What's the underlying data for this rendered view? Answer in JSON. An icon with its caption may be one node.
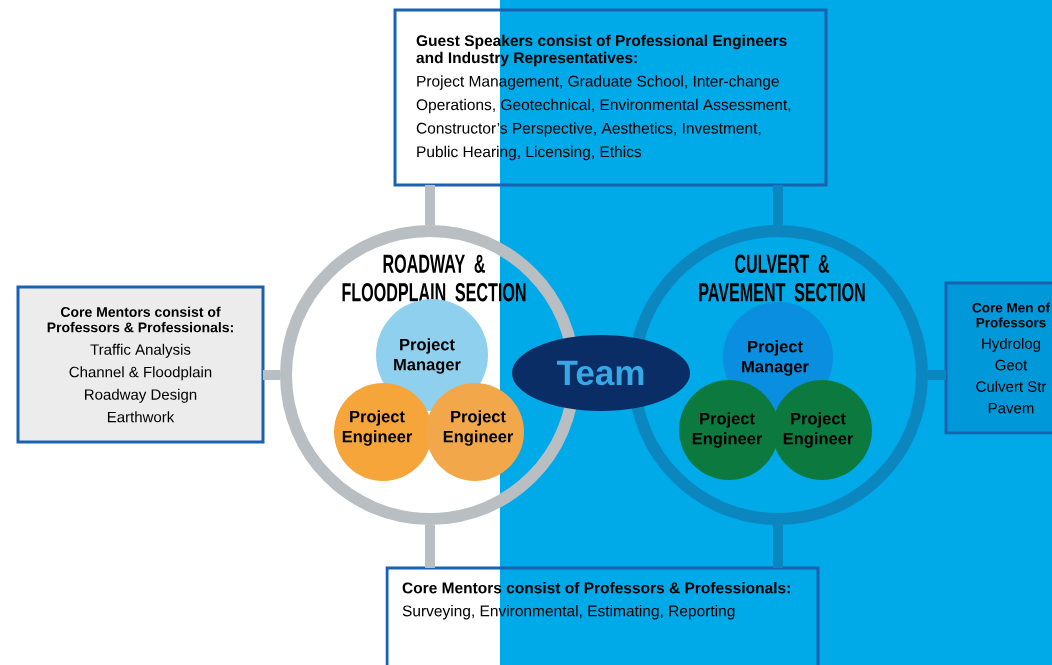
{
  "diagram": {
    "nodes": [
      {
        "text": [
          "Guest Speakers consist of Professional Engineers and Industry Representatives:",
          "Project Management, Graduate School, Inter-change Operations, Geotechnical, Environmental Assessment, Constructor’s Perspective, Aesthetics, Investment, Public Hearing, Licensing, Ethics"
        ]
      },
      {
        "text": [
          "Core Mentors consist of Professors & Professionals:",
          "Traffic Analysis",
          "Channel & Floodplain",
          "Roadway Design",
          "Earthwork"
        ]
      },
      {
        "text": [
          "ROADWAY & FLOODPLAIN SECTION"
        ]
      },
      {
        "text": [
          "Project Manager"
        ],
        "in": 2
      },
      {
        "text": [
          "Project Engineer"
        ],
        "in": 2
      },
      {
        "text": [
          "Project Engineer"
        ],
        "in": 2
      },
      {
        "text": [
          "Team"
        ]
      },
      {
        "text": [
          "CULVERT & PAVEMENT SECTION"
        ]
      },
      {
        "text": [
          "Project Manager"
        ],
        "in": 7
      },
      {
        "text": [
          "Project Engineer"
        ],
        "in": 7
      },
      {
        "text": [
          "Project Engineer"
        ],
        "in": 7
      },
      {
        "text": [
          "Core Men of Professors",
          "Hydrolog",
          "Geot",
          "Culvert Str",
          "Pavem"
        ]
      },
      {
        "text": [
          "Core Mentors consist of Professors & Professionals:",
          "Surveying, Environmental, Estimating, Reporting"
        ]
      }
    ],
    "edges": [
      {
        "from": 0,
        "to": 2,
        "arrow": "none"
      },
      {
        "from": 0,
        "to": 7,
        "arrow": "none",
        "color": "#0b86bf"
      },
      {
        "from": 1,
        "to": 2,
        "arrow": "none"
      },
      {
        "from": 7,
        "to": 11,
        "arrow": "none",
        "color": "#0b86bf"
      },
      {
        "from": 12,
        "to": 2,
        "arrow": "none"
      },
      {
        "from": 12,
        "to": 7,
        "arrow": "none",
        "color": "#0b86bf"
      }
    ]
  }
}
